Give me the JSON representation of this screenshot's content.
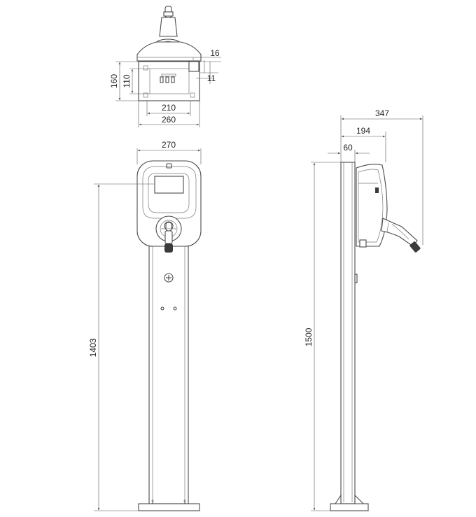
{
  "diagram": {
    "top_view": {
      "dims": {
        "offset_top": "16",
        "offset_bottom": "11",
        "outer_height": "160",
        "inner_height": "110",
        "inner_width": "210",
        "outer_width": "260"
      }
    },
    "front_view": {
      "dims": {
        "width": "270",
        "height": "1403"
      }
    },
    "side_view": {
      "dims": {
        "depth_total": "347",
        "depth_mid": "194",
        "post_depth": "60",
        "height": "1500"
      }
    },
    "colors": {
      "line": "#4a4a4a",
      "background": "#ffffff"
    }
  }
}
